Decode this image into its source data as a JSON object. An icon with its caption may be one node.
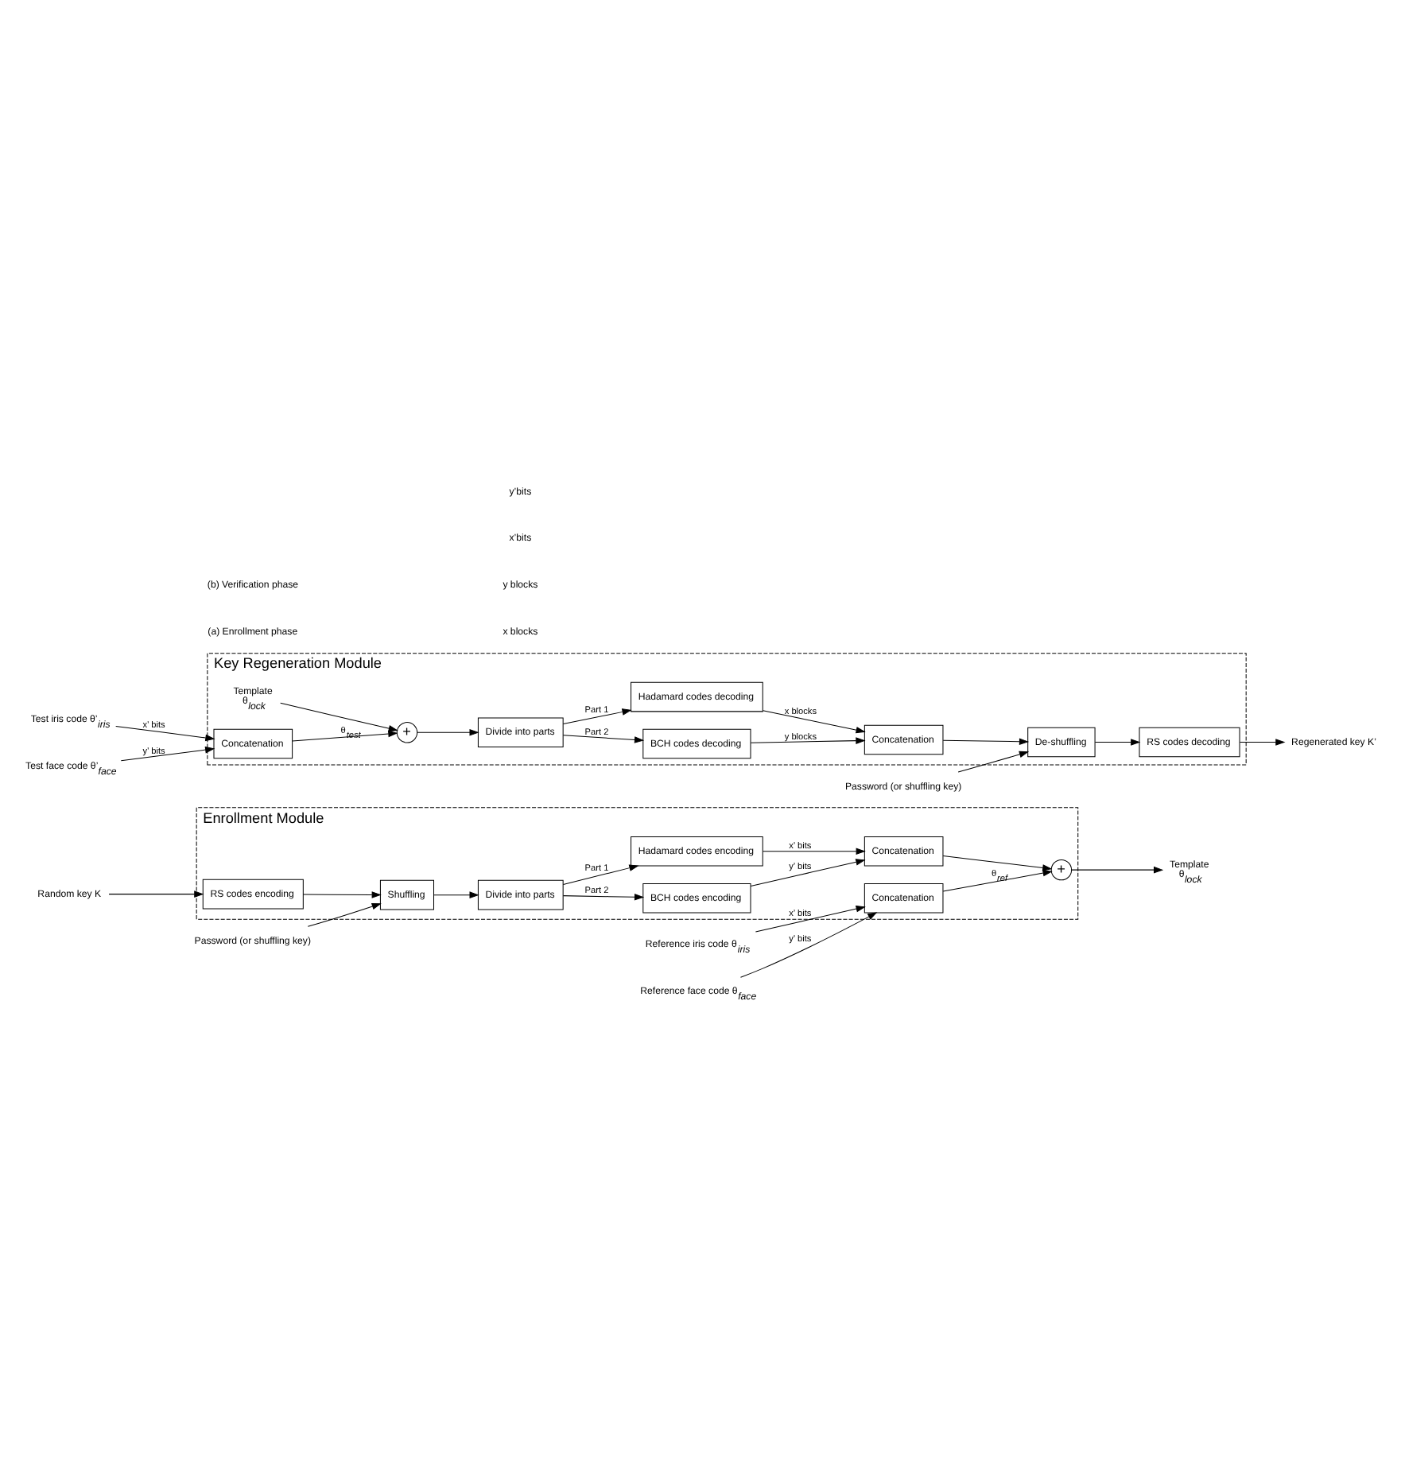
{
  "diagram": {
    "nodes": [
      {
        "text": [
          "Enrollment Module"
        ]
      },
      {
        "text": [
          "Random key K"
        ]
      },
      {
        "text": [
          "RS codes encoding"
        ],
        "in": 0
      },
      {
        "text": [
          "Shuffling"
        ],
        "in": 0
      },
      {
        "text": [
          "Password (or shuffling key)"
        ]
      },
      {
        "text": [
          "Divide into parts"
        ],
        "in": 0
      },
      {
        "text": [
          "Hadamard codes encoding"
        ],
        "in": 0
      },
      {
        "text": [
          "BCH codes encoding"
        ],
        "in": 0
      },
      {
        "text": [
          "Concatenation"
        ],
        "in": 0
      },
      {
        "text": [
          "+"
        ],
        "in": 0
      },
      {
        "text": [
          "Template",
          "θ$_{lock}$"
        ]
      },
      {
        "text": [
          "Reference iris code θ$_{iris}$"
        ]
      },
      {
        "text": [
          "Reference face code θ$_{face}$"
        ]
      },
      {
        "text": [
          "Concatenation"
        ],
        "in": 0
      },
      {
        "text": [
          "Key Regeneration Module"
        ]
      },
      {
        "text": [
          "Test iris code θ’$_{iris}$"
        ]
      },
      {
        "text": [
          "Test face code θ’$_{face}$"
        ]
      },
      {
        "text": [
          "Concatenation"
        ],
        "in": 14
      },
      {
        "text": [
          "Template",
          "θ$_{lock}$"
        ],
        "in": 14
      },
      {
        "text": [
          "+"
        ],
        "in": 14
      },
      {
        "text": [
          "Divide into parts"
        ],
        "in": 14
      },
      {
        "text": [
          "Hadamard codes decoding"
        ],
        "in": 14
      },
      {
        "text": [
          "BCH codes decoding"
        ],
        "in": 14
      },
      {
        "text": [
          "Concatenation"
        ],
        "in": 14
      },
      {
        "text": [
          "Password (or shuffling key)"
        ]
      },
      {
        "text": [
          "De-shuffling"
        ],
        "in": 14
      },
      {
        "text": [
          "RS codes decoding"
        ],
        "in": 14
      },
      {
        "text": [
          "Regenerated key K’"
        ]
      }
    ],
    "edges": [
      {
        "from": 1,
        "to": 2,
        "arrow": "to"
      },
      {
        "from": 2,
        "to": 3,
        "arrow": "to"
      },
      {
        "from": 4,
        "to": 3,
        "arrow": "to"
      },
      {
        "from": 3,
        "to": 5,
        "arrow": "to"
      },
      {
        "from": 5,
        "to": 6,
        "arrow": "to",
        "label": "Part 1"
      },
      {
        "from": 5,
        "to": 7,
        "arrow": "to",
        "label": "Part 2"
      },
      {
        "from": 6,
        "to": 8,
        "arrow": "to",
        "label": "x’ bits"
      },
      {
        "from": 7,
        "to": 8,
        "arrow": "to",
        "label": "y’ bits"
      },
      {
        "from": 8,
        "to": 9,
        "arrow": "to"
      },
      {
        "from": 9,
        "to": 10,
        "arrow": "to"
      },
      {
        "from": 11,
        "to": 13,
        "arrow": "to",
        "label": "x’ bits"
      },
      {
        "from": 12,
        "to": 13,
        "arrow": "to",
        "label": "y’ bits"
      },
      {
        "from": 13,
        "to": 9,
        "arrow": "to",
        "label": "θ$_{ref}$"
      },
      {
        "from": 15,
        "to": 17,
        "arrow": "to",
        "label": "x’ bits"
      },
      {
        "from": 16,
        "to": 17,
        "arrow": "to",
        "label": "y’ bits"
      },
      {
        "from": 17,
        "to": 19,
        "arrow": "to",
        "label": "θ$_{test}$"
      },
      {
        "from": 18,
        "to": 19,
        "arrow": "to"
      },
      {
        "from": 19,
        "to": 20,
        "arrow": "to"
      },
      {
        "from": 20,
        "to": 21,
        "arrow": "to",
        "label": "Part 1"
      },
      {
        "from": 20,
        "to": 22,
        "arrow": "to",
        "label": "Part 2"
      },
      {
        "from": 21,
        "to": 23,
        "arrow": "to",
        "label": "x blocks"
      },
      {
        "from": 22,
        "to": 23,
        "arrow": "to",
        "label": "y blocks"
      },
      {
        "from": 23,
        "to": 25,
        "arrow": "to"
      },
      {
        "from": 24,
        "to": 25,
        "arrow": "to"
      },
      {
        "from": 25,
        "to": 26,
        "arrow": "to"
      },
      {
        "from": 26,
        "to": 27,
        "arrow": "to"
      }
    ],
    "labels": [
      "x blocks",
      "y blocks",
      "(a) Enrollment phase",
      "x’bits",
      "y’bits",
      "(b) Verification phase"
    ]
  }
}
